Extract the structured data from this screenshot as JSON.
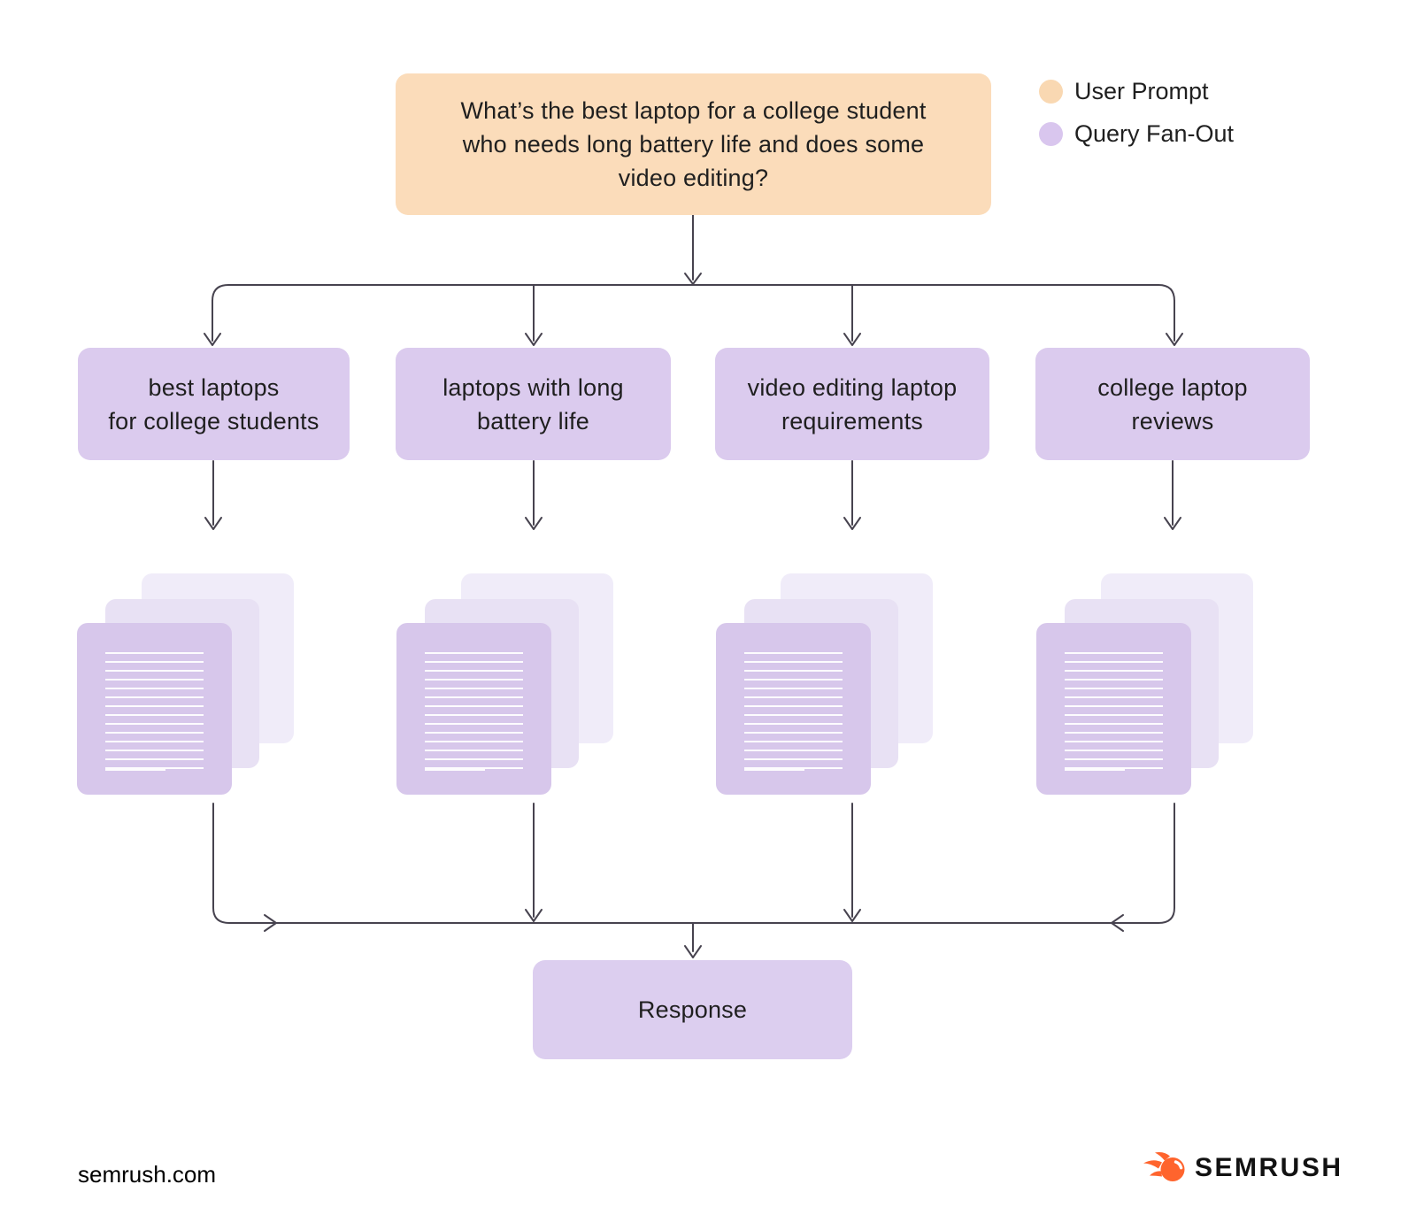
{
  "colors": {
    "background": "#ffffff",
    "user_prompt_fill": "#fbdcba",
    "query_fill": "#dbcbee",
    "response_fill": "#dcceef",
    "doc_front": "#d7c7eb",
    "doc_middle": "#e8e1f4",
    "doc_back": "#f0ecf9",
    "arrow": "#47434f",
    "text": "#1f1f1f",
    "brand_orange": "#ff642d"
  },
  "legend": {
    "items": [
      {
        "label": "User Prompt",
        "color": "#f9d8b2"
      },
      {
        "label": "Query Fan-Out",
        "color": "#d9c6ee"
      }
    ]
  },
  "user_prompt": {
    "text": "What’s the best laptop for a college student\nwho needs long battery life and does some\nvideo editing?"
  },
  "queries": [
    {
      "label": "best laptops\nfor college students"
    },
    {
      "label": "laptops with long\nbattery life"
    },
    {
      "label": "video editing laptop\nrequirements"
    },
    {
      "label": "college laptop\nreviews"
    }
  ],
  "response": {
    "label": "Response"
  },
  "footer": {
    "website": "semrush.com",
    "brand": "SEMRUSH"
  }
}
